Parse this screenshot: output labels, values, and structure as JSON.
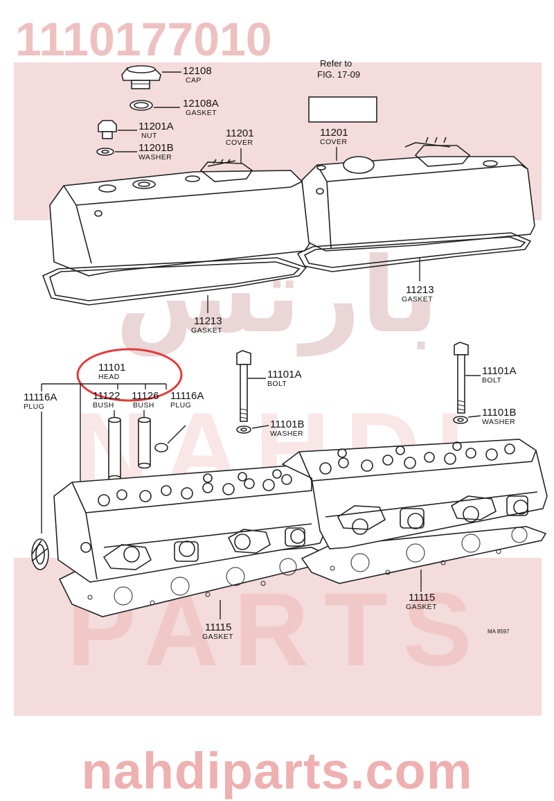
{
  "header": {
    "part_number": "1110177010"
  },
  "footer": {
    "site": "nahdiparts.com"
  },
  "watermark": {
    "arabic": "بارتس",
    "latin_top": "NAHDI",
    "latin_bottom": "PARTS"
  },
  "reference": {
    "line1": "Refer to",
    "line2": "FIG. 17-09"
  },
  "drawing_code": "MA 8597",
  "highlight_color": "#e23b3b",
  "labels": {
    "cap": {
      "num": "12108",
      "name": "CAP"
    },
    "cap_gasket": {
      "num": "12108A",
      "name": "GASKET"
    },
    "nut": {
      "num": "11201A",
      "name": "NUT"
    },
    "nut_washer": {
      "num": "11201B",
      "name": "WASHER"
    },
    "cover_left": {
      "num": "11201",
      "name": "COVER"
    },
    "cover_right": {
      "num": "11201",
      "name": "COVER"
    },
    "cover_gasket_right": {
      "num": "11213",
      "name": "GASKET"
    },
    "cover_gasket_left": {
      "num": "11213",
      "name": "GASKET"
    },
    "head": {
      "num": "11101",
      "name": "HEAD"
    },
    "plug_left": {
      "num": "11116A",
      "name": "PLUG"
    },
    "bush_1": {
      "num": "11122",
      "name": "BUSH"
    },
    "bush_2": {
      "num": "11126",
      "name": "BUSH"
    },
    "plug_right": {
      "num": "11116A",
      "name": "PLUG"
    },
    "bolt_1": {
      "num": "11101A",
      "name": "BOLT"
    },
    "washer_1": {
      "num": "11101B",
      "name": "WASHER"
    },
    "bolt_2": {
      "num": "11101A",
      "name": "BOLT"
    },
    "washer_2": {
      "num": "11101B",
      "name": "WASHER"
    },
    "head_gasket_right": {
      "num": "11115",
      "name": "GASKET"
    },
    "head_gasket_left": {
      "num": "11115",
      "name": "GASKET"
    }
  }
}
